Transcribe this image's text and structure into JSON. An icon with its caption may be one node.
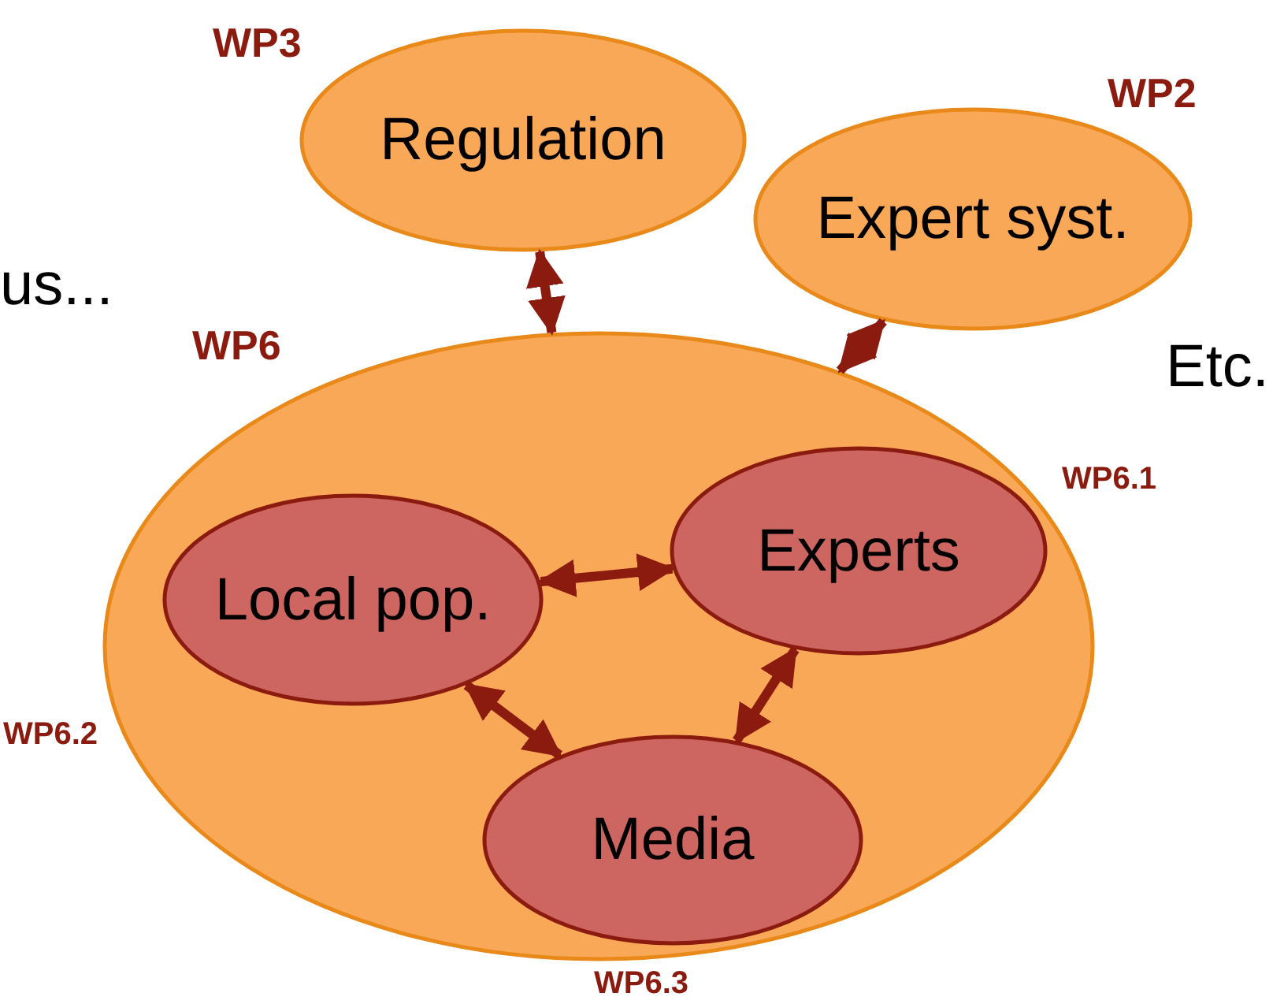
{
  "diagram": {
    "nodes": [
      {
        "text": [
          "Regulation"
        ],
        "beside": [
          "WP3"
        ]
      },
      {
        "text": [
          "Expert syst."
        ],
        "beside": [
          "WP2"
        ]
      },
      {
        "text": [
          "WP6"
        ]
      },
      {
        "text": [
          "Experts"
        ],
        "beside": [
          "WP6.1"
        ],
        "in": 2
      },
      {
        "text": [
          "Local pop."
        ],
        "beside": [
          "WP6.2"
        ],
        "in": 2
      },
      {
        "text": [
          "Media"
        ],
        "beside": [
          "WP6.3"
        ],
        "in": 2
      }
    ],
    "edges": [
      {
        "from": 0,
        "to": 2,
        "arrow": "both"
      },
      {
        "from": 1,
        "to": 2,
        "arrow": "both"
      },
      {
        "from": 4,
        "to": 3,
        "arrow": "both"
      },
      {
        "from": 3,
        "to": 5,
        "arrow": "both"
      },
      {
        "from": 4,
        "to": 5,
        "arrow": "both"
      }
    ],
    "labels": [
      "us...",
      "Etc."
    ]
  }
}
